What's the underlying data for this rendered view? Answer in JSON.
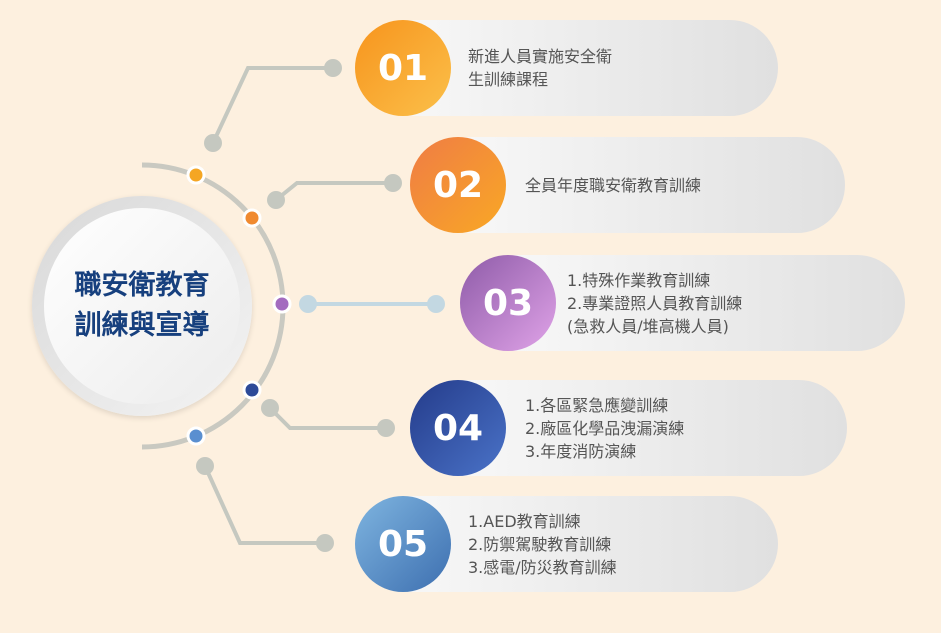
{
  "center_title": [
    "職安衛教育",
    "訓練與宣導"
  ],
  "items": [
    {
      "number": "01",
      "lines": [
        "新進人員實施安全衛",
        "生訓練課程"
      ],
      "color_from": "#f7941d",
      "color_to": "#fbc04a"
    },
    {
      "number": "02",
      "lines": [
        "全員年度職安衛教育訓練"
      ],
      "color_from": "#ef7c45",
      "color_to": "#f9a825"
    },
    {
      "number": "03",
      "lines": [
        "1.特殊作業教育訓練",
        "2.專業證照人員教育訓練",
        "(急救人員/堆高機人員)"
      ],
      "color_from": "#8e5ba8",
      "color_to": "#e0a3e8"
    },
    {
      "number": "04",
      "lines": [
        "1.各區緊急應變訓練",
        "2.廠區化學品洩漏演練",
        "3.年度消防演練"
      ],
      "color_from": "#243b8a",
      "color_to": "#4a73c8"
    },
    {
      "number": "05",
      "lines": [
        "1.AED教育訓練",
        "2.防禦駕駛教育訓練",
        "3.感電/防災教育訓練"
      ],
      "color_from": "#7fb5e0",
      "color_to": "#3d6fb0"
    }
  ]
}
